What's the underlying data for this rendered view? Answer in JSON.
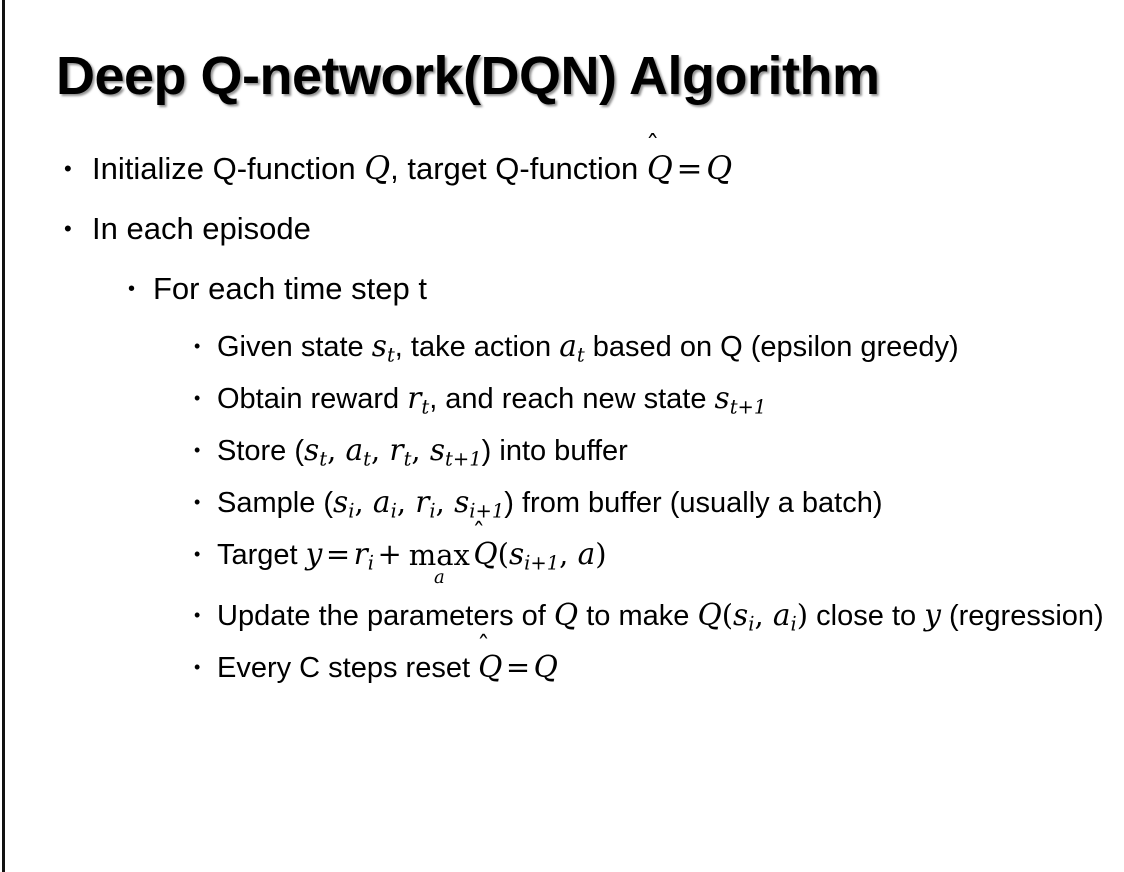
{
  "slide": {
    "title": "Deep Q-network(DQN) Algorithm",
    "background_color": "#ffffff",
    "text_color": "#000000",
    "accent_rule_color": "#111111",
    "bullet_glyph": "•"
  },
  "content": {
    "b1": {
      "level": 2,
      "pre": "Initialize Q-function ",
      "var1": "Q",
      "mid": ", target Q-function ",
      "hat_var": "Q",
      "hat_mark": "̂",
      "eq": "=",
      "var2": "Q"
    },
    "b2": {
      "level": 2,
      "text": "In each episode"
    },
    "b3": {
      "level": 3,
      "text": "For each time step t"
    },
    "b4": {
      "level": 4,
      "pre": "Given state ",
      "var1": "s",
      "sub1": "t",
      "mid": ", take action ",
      "var2": "a",
      "sub2": "t",
      "post": " based on Q (epsilon greedy)"
    },
    "b5": {
      "level": 4,
      "pre": "Obtain reward ",
      "var1": "r",
      "sub1": "t",
      "mid": ", and reach new state ",
      "var2": "s",
      "sub2": "t+1"
    },
    "b6": {
      "level": 4,
      "pre": "Store (",
      "v1": "s",
      "s1": "t",
      "v2": "a",
      "s2": "t",
      "v3": "r",
      "s3": "t",
      "v4": "s",
      "s4": "t+1",
      "post": ") into buffer",
      "comma": ", "
    },
    "b7": {
      "level": 4,
      "pre": "Sample (",
      "v1": "s",
      "s1": "i",
      "v2": "a",
      "s2": "i",
      "v3": "r",
      "s3": "i",
      "v4": "s",
      "s4": "i+1",
      "post": ") from buffer (usually a batch)",
      "comma": ", "
    },
    "b8": {
      "level": 4,
      "pre": "Target ",
      "y": "y",
      "eq": "=",
      "r": "r",
      "rsub": "i",
      "plus": "+",
      "max": "max",
      "maxsub": "a",
      "hat_var": "Q",
      "hat_mark": "̂",
      "open": "(",
      "s": "s",
      "ssub": "i+1",
      "comma": ", ",
      "a": "a",
      "close": ")"
    },
    "b9": {
      "level": 4,
      "pre": "Update the parameters of ",
      "q1": "Q",
      "mid": " to make ",
      "q2": "Q",
      "open": "(",
      "s": "s",
      "ssub": "i",
      "comma": ", ",
      "a": "a",
      "asub": "i",
      "close": ")",
      "mid2": " close to ",
      "y": "y",
      "post": " (regression)"
    },
    "b10": {
      "level": 4,
      "pre": "Every C steps reset ",
      "hat_var": "Q",
      "hat_mark": "̂",
      "eq": "=",
      "var": "Q"
    }
  }
}
